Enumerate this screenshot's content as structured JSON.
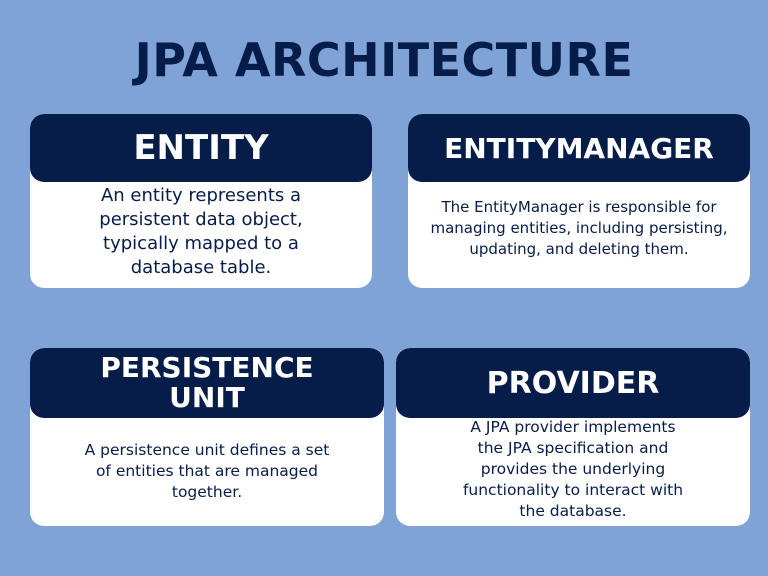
{
  "title": "JPA ARCHITECTURE",
  "cards": [
    {
      "heading": "ENTITY",
      "description": "An entity represents a persistent data object, typically mapped to a database table."
    },
    {
      "heading": "ENTITYMANAGER",
      "description": "The EntityManager is responsible for managing entities, including persisting, updating, and deleting them."
    },
    {
      "heading": "PERSISTENCE UNIT",
      "description": "A persistence unit defines a set of entities that are managed together."
    },
    {
      "heading": "PROVIDER",
      "description": "A JPA provider implements the JPA specification and provides the underlying functionality to interact with the database."
    }
  ],
  "colors": {
    "background": "#7fa3d6",
    "header": "#071d49",
    "card": "#ffffff",
    "text": "#071d49"
  }
}
